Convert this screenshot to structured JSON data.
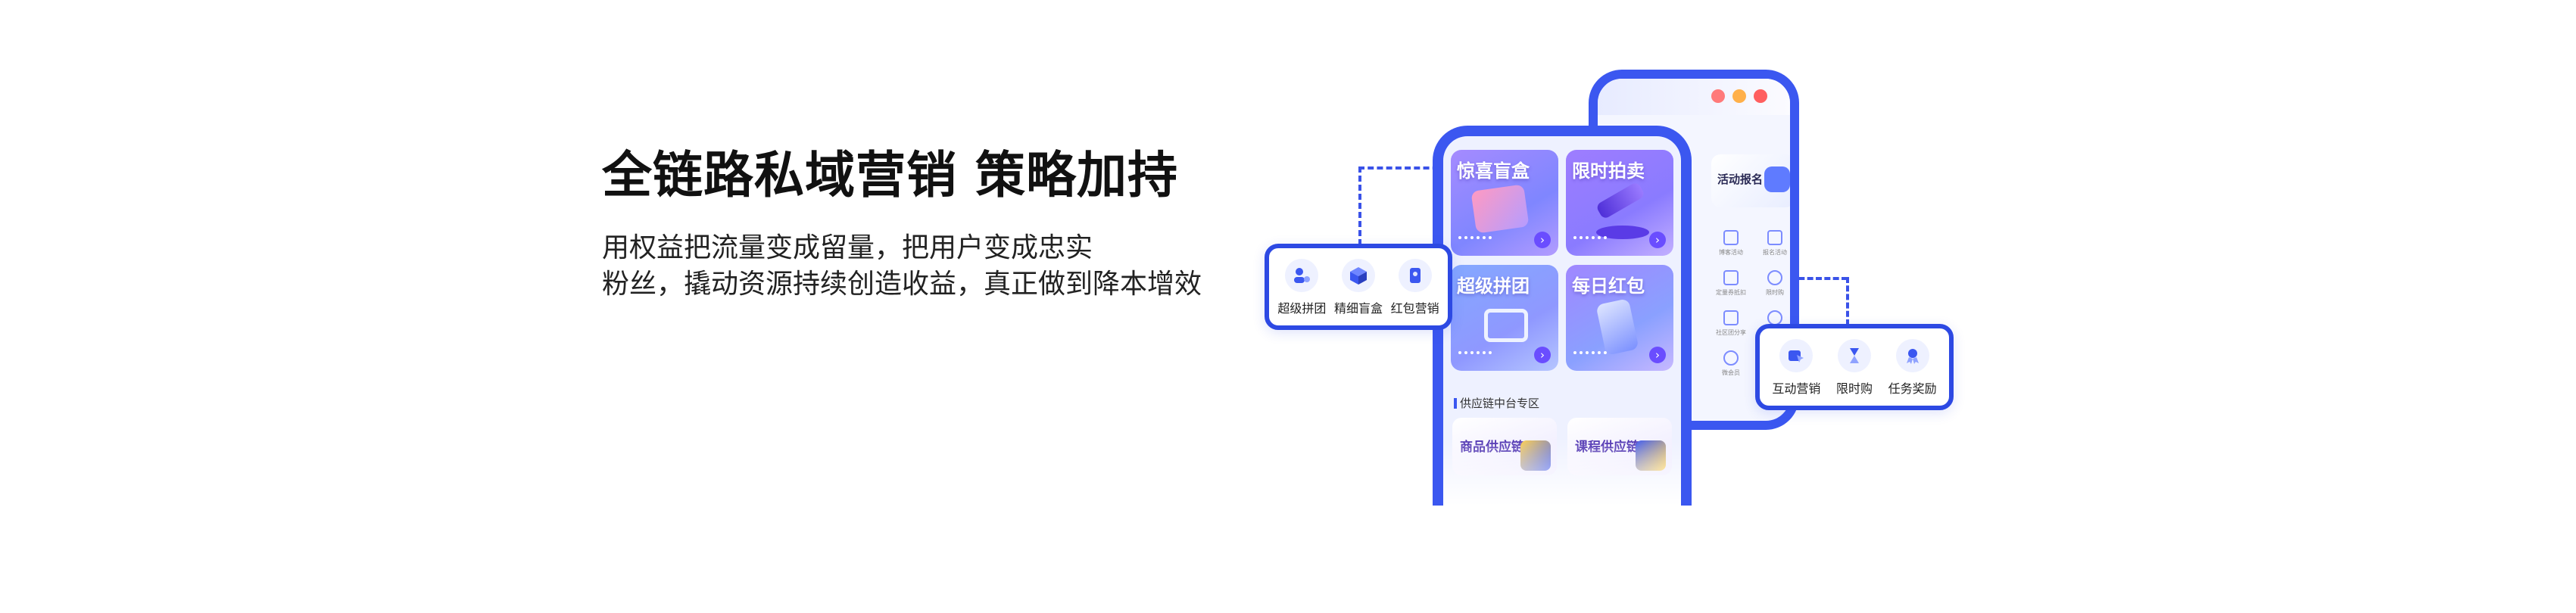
{
  "headline": "全链路私域营销 策略加持",
  "description": {
    "line1": "用权益把流量变成留量，把用户变成忠实",
    "line2": "粉丝，撬动资源持续创造收益，真正做到降本增效"
  },
  "front_phone": {
    "tiles": [
      {
        "label": "惊喜盲盒",
        "icon": "gift-box-icon"
      },
      {
        "label": "限时拍卖",
        "icon": "auction-hammer-icon"
      },
      {
        "label": "超级拼团",
        "icon": "shopping-cart-icon"
      },
      {
        "label": "每日红包",
        "icon": "phone-red-packet-icon"
      }
    ],
    "section_label": "供应链中台专区",
    "cards": [
      {
        "label": "商品供应链",
        "icon": "gift-package-icon"
      },
      {
        "label": "课程供应链",
        "icon": "course-book-icon"
      }
    ]
  },
  "back_phone": {
    "banner_label": "活动报名",
    "grid_items": [
      {
        "label": "博客活动",
        "icon": "calendar-icon"
      },
      {
        "label": "报名活动",
        "icon": "form-icon"
      },
      {
        "label": "定量券抵扣",
        "icon": "coupon-icon"
      },
      {
        "label": "限时购",
        "icon": "clock-icon"
      },
      {
        "label": "社区团分享",
        "icon": "cart-icon"
      },
      {
        "label": "",
        "icon": "share-icon"
      },
      {
        "label": "微会员",
        "icon": "member-icon"
      }
    ]
  },
  "callout_left": {
    "items": [
      {
        "label": "超级拼团",
        "icon": "group-user-icon"
      },
      {
        "label": "精细盲盒",
        "icon": "cube-box-icon"
      },
      {
        "label": "红包营销",
        "icon": "red-packet-icon"
      }
    ]
  },
  "callout_right": {
    "items": [
      {
        "label": "互动营销",
        "icon": "interaction-icon"
      },
      {
        "label": "限时购",
        "icon": "hourglass-icon"
      },
      {
        "label": "任务奖励",
        "icon": "medal-icon"
      }
    ]
  },
  "colors": {
    "accent": "#2d49e3",
    "phone_frame": "#3b57f0",
    "text_dark": "#111111"
  }
}
